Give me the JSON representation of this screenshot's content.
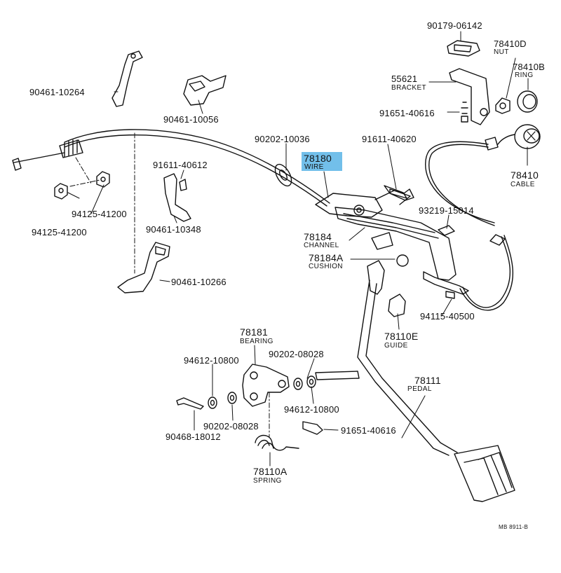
{
  "highlight_color": "#72bfea",
  "reference": "MB  8911-B",
  "callouts": [
    {
      "id": "c01",
      "part": "90179-06142",
      "name": ""
    },
    {
      "id": "c02",
      "part": "78410D",
      "name": "NUT"
    },
    {
      "id": "c03",
      "part": "90461-10264",
      "name": ""
    },
    {
      "id": "c04",
      "part": "55621",
      "name": "BRACKET"
    },
    {
      "id": "c05",
      "part": "78410B",
      "name": "RING"
    },
    {
      "id": "c06",
      "part": "91651-40616",
      "name": ""
    },
    {
      "id": "c07",
      "part": "90461-10056",
      "name": ""
    },
    {
      "id": "c08",
      "part": "90202-10036",
      "name": ""
    },
    {
      "id": "c09",
      "part": "91611-40620",
      "name": ""
    },
    {
      "id": "c10",
      "part": "78180",
      "name": "WIRE",
      "highlight": true
    },
    {
      "id": "c11",
      "part": "78410",
      "name": "CABLE"
    },
    {
      "id": "c12",
      "part": "91611-40612",
      "name": ""
    },
    {
      "id": "c13",
      "part": "94125-41200",
      "name": ""
    },
    {
      "id": "c14",
      "part": "94125-41200",
      "name": ""
    },
    {
      "id": "c15",
      "part": "90461-10348",
      "name": ""
    },
    {
      "id": "c16",
      "part": "93219-15014",
      "name": ""
    },
    {
      "id": "c17",
      "part": "78184",
      "name": "CHANNEL"
    },
    {
      "id": "c18",
      "part": "78184A",
      "name": "CUSHION"
    },
    {
      "id": "c19",
      "part": "90461-10266",
      "name": ""
    },
    {
      "id": "c20",
      "part": "94115-40500",
      "name": ""
    },
    {
      "id": "c21",
      "part": "78110E",
      "name": "GUIDE"
    },
    {
      "id": "c22",
      "part": "78181",
      "name": "BEARING"
    },
    {
      "id": "c23",
      "part": "90202-08028",
      "name": ""
    },
    {
      "id": "c24",
      "part": "94612-10800",
      "name": ""
    },
    {
      "id": "c25",
      "part": "78111",
      "name": "PEDAL"
    },
    {
      "id": "c26",
      "part": "94612-10800",
      "name": ""
    },
    {
      "id": "c27",
      "part": "90202-08028",
      "name": ""
    },
    {
      "id": "c28",
      "part": "91651-40616",
      "name": ""
    },
    {
      "id": "c29",
      "part": "90468-18012",
      "name": ""
    },
    {
      "id": "c30",
      "part": "78110A",
      "name": "SPRING"
    }
  ]
}
